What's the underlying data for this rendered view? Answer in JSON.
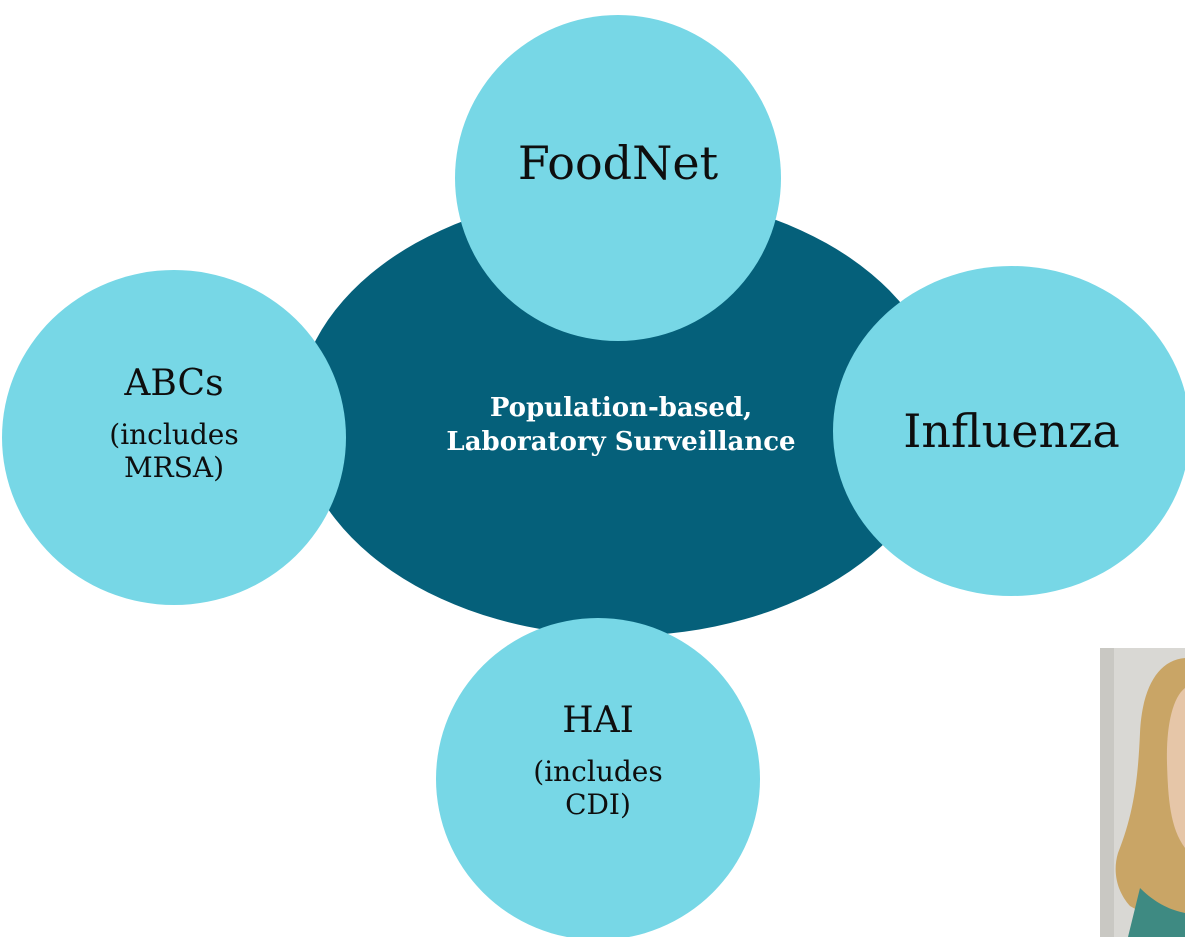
{
  "diagram": {
    "center": {
      "title": "Population-based,\nLaboratory Surveillance"
    },
    "nodes": {
      "foodnet": {
        "label": "FoodNet"
      },
      "abcs": {
        "label": "ABCs",
        "sublabel": "(includes\nMRSA)"
      },
      "influenza": {
        "label": "Influenza"
      },
      "hai": {
        "label": "HAI",
        "sublabel": "(includes\nCDI)"
      }
    }
  },
  "colors": {
    "center_fill": "#05607a",
    "node_fill": "#77d7e6",
    "text_dark": "#0e0e0e",
    "text_light": "#ffffff"
  }
}
